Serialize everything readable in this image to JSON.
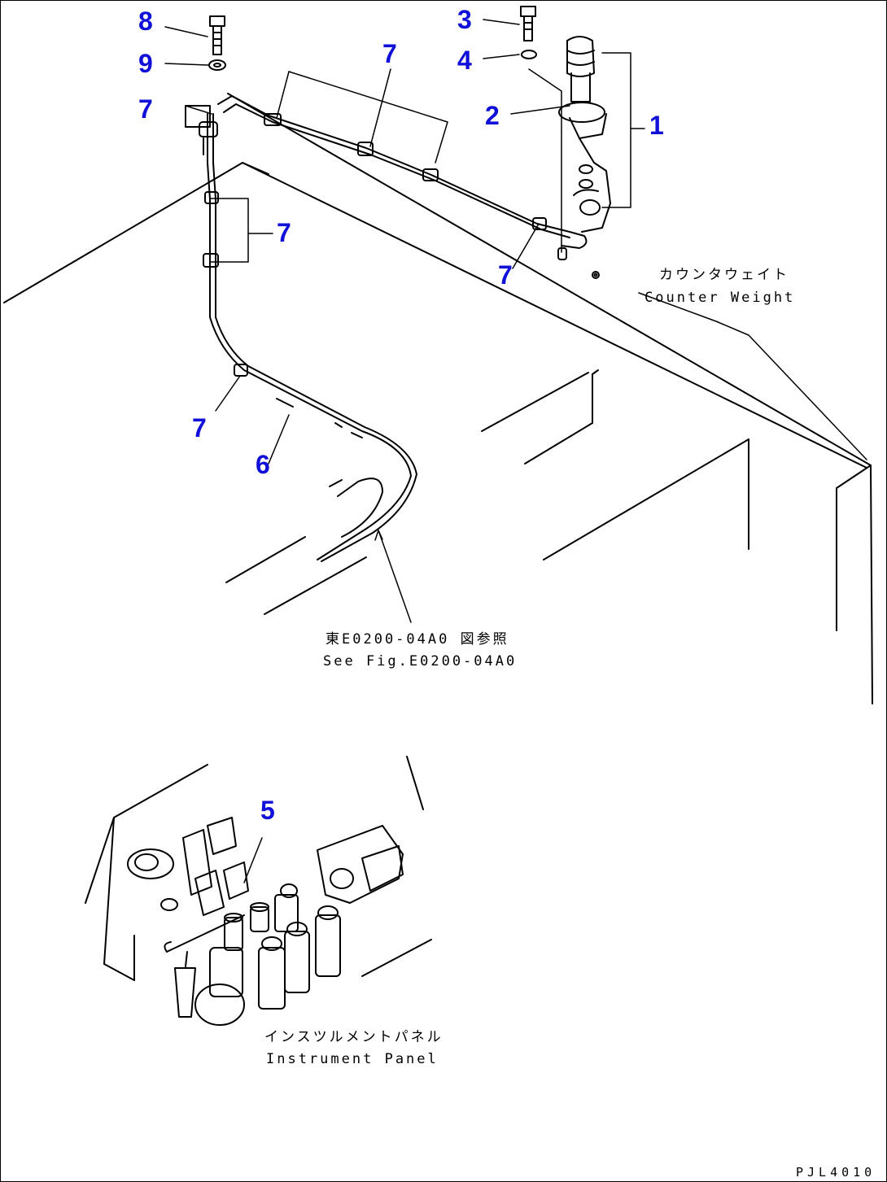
{
  "callouts": {
    "c1": "1",
    "c2": "2",
    "c3": "3",
    "c4": "4",
    "c5": "5",
    "c6": "6",
    "c7a": "7",
    "c7b": "7",
    "c7c": "7",
    "c7d": "7",
    "c7e": "7",
    "c8": "8",
    "c9": "9"
  },
  "notes": {
    "counterweight_jp": "カウンタウェイト",
    "counterweight_en": "Counter Weight",
    "see_fig_jp": "東E0200-04A0 図参照",
    "see_fig_en": "See Fig.E0200-04A0",
    "panel_jp": "インスツルメントパネル",
    "panel_en": "Instrument Panel"
  },
  "drawing_number": "PJL4010",
  "colors": {
    "callout": "#1010d8",
    "line": "#000000",
    "background": "#ffffff"
  }
}
